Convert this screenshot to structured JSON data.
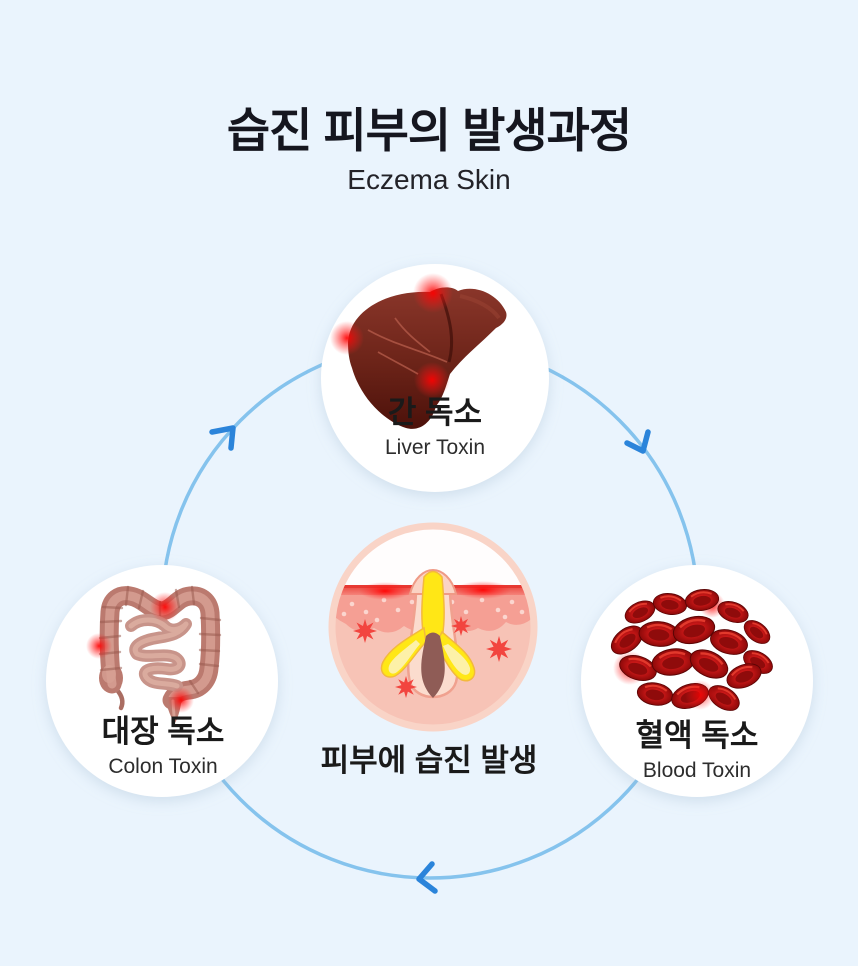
{
  "header": {
    "title": "습진 피부의 발생과정",
    "subtitle": "Eczema Skin"
  },
  "diagram": {
    "type": "cycle",
    "flow_direction": "clockwise",
    "center": {
      "caption": "피부에 습진 발생",
      "icon": "skin-cross-section"
    },
    "nodes": [
      {
        "id": "liver",
        "position": "top",
        "icon": "liver",
        "label_ko": "간 독소",
        "label_en": "Liver Toxin"
      },
      {
        "id": "colon",
        "position": "left",
        "icon": "colon",
        "label_ko": "대장 독소",
        "label_en": "Colon Toxin"
      },
      {
        "id": "blood",
        "position": "right",
        "icon": "blood-cells",
        "label_ko": "혈액 독소",
        "label_en": "Blood Toxin"
      }
    ]
  },
  "colors": {
    "background": "#eaf4fd",
    "ring": "#85c3ed",
    "arrow": "#2b84da",
    "node_fill": "#ffffff",
    "title_text": "#15161f",
    "label_text": "#1a1a1a",
    "sublabel_text": "#2d2d2d",
    "glow_red": "#ff0d0d",
    "skin_ring": "#f9d4c7",
    "liver_dark_red": "#5c1a12",
    "colon_pink": "#bb7a6f",
    "blood_red": "#c01414",
    "gland_yellow": "#ffe716"
  }
}
